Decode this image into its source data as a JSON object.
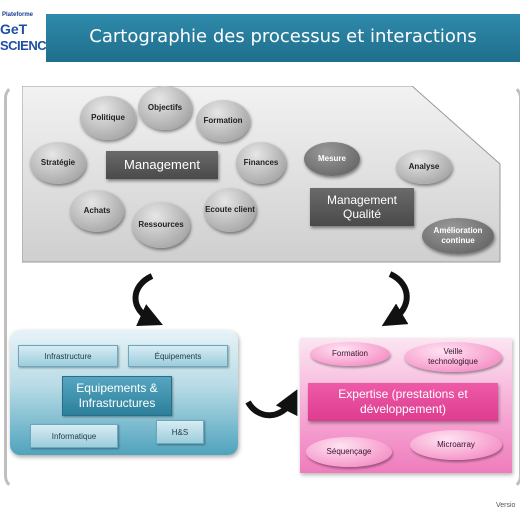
{
  "logo": {
    "line1": "Plateforme",
    "line2": "GeT",
    "line3": "SCIENCES"
  },
  "title": "Cartographie des processus et interactions",
  "management": {
    "center": "Management",
    "nodes": [
      "Stratégie",
      "Politique",
      "Objectifs",
      "Formation",
      "Finances",
      "Ecoute client",
      "Ressources",
      "Achats"
    ]
  },
  "quality": {
    "center": "Management Qualité",
    "nodes": [
      "Mesure",
      "Analyse",
      "Amélioration continue"
    ]
  },
  "infrastructure": {
    "center": "Equipements & Infrastructures",
    "nodes": [
      "Infrastructure",
      "Équipements",
      "Informatique",
      "H&S"
    ]
  },
  "expertise": {
    "center": "Expertise (prestations et développement)",
    "nodes": [
      "Formation",
      "Veille technologique",
      "Séquençage",
      "Microarray"
    ]
  },
  "version": "Versio",
  "colors": {
    "title_bar": "#2a809f",
    "management_panel": "#d9d9d9",
    "infra_panel": "#4fa3bd",
    "expertise_panel": "#ef7cbd",
    "arrow": "#111111"
  }
}
